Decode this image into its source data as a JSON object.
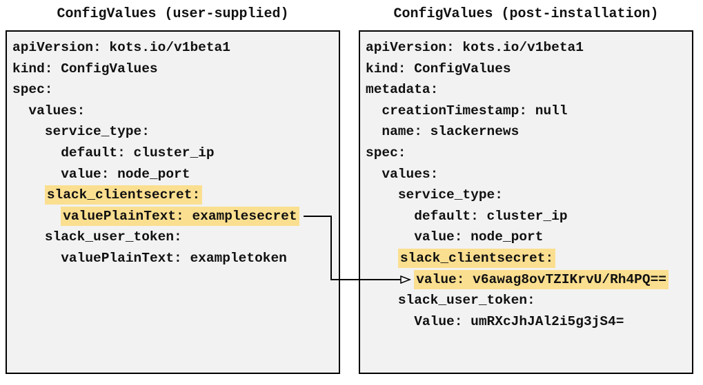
{
  "colors": {
    "highlight": "#FBDF90",
    "box_background": "#F2F2F2",
    "box_border": "#000000",
    "text": "#111111",
    "arrow": "#000000",
    "page_background": "#FFFFFF"
  },
  "left_panel": {
    "title": "ConfigValues (user-supplied)",
    "lines": [
      {
        "indent": "",
        "text": "apiVersion: kots.io/v1beta1",
        "highlight": false
      },
      {
        "indent": "",
        "text": "kind: ConfigValues",
        "highlight": false
      },
      {
        "indent": "",
        "text": "spec:",
        "highlight": false
      },
      {
        "indent": "  ",
        "text": "values:",
        "highlight": false
      },
      {
        "indent": "    ",
        "text": "service_type:",
        "highlight": false
      },
      {
        "indent": "      ",
        "text": "default: cluster_ip",
        "highlight": false
      },
      {
        "indent": "      ",
        "text": "value: node_port",
        "highlight": false
      },
      {
        "indent": "    ",
        "text": "slack_clientsecret:",
        "highlight": true
      },
      {
        "indent": "      ",
        "text": "valuePlainText: examplesecret",
        "highlight": true
      },
      {
        "indent": "    ",
        "text": "slack_user_token:",
        "highlight": false
      },
      {
        "indent": "      ",
        "text": "valuePlainText: exampletoken",
        "highlight": false
      }
    ]
  },
  "right_panel": {
    "title": "ConfigValues (post-installation)",
    "lines": [
      {
        "indent": "",
        "text": "apiVersion: kots.io/v1beta1",
        "highlight": false
      },
      {
        "indent": "",
        "text": "kind: ConfigValues",
        "highlight": false
      },
      {
        "indent": "",
        "text": "metadata:",
        "highlight": false
      },
      {
        "indent": "  ",
        "text": "creationTimestamp: null",
        "highlight": false
      },
      {
        "indent": "  ",
        "text": "name: slackernews",
        "highlight": false
      },
      {
        "indent": "",
        "text": "spec:",
        "highlight": false
      },
      {
        "indent": "  ",
        "text": "values:",
        "highlight": false
      },
      {
        "indent": "    ",
        "text": "service_type:",
        "highlight": false
      },
      {
        "indent": "      ",
        "text": "default: cluster_ip",
        "highlight": false
      },
      {
        "indent": "      ",
        "text": "value: node_port",
        "highlight": false
      },
      {
        "indent": "    ",
        "text": "slack_clientsecret:",
        "highlight": true
      },
      {
        "indent": "      ",
        "text": "value: v6awag8ovTZIKrvU/Rh4PQ==",
        "highlight": true
      },
      {
        "indent": "    ",
        "text": "slack_user_token:",
        "highlight": false
      },
      {
        "indent": "      ",
        "text": "Value: umRXcJhJAl2i5g3jS4=",
        "highlight": false
      }
    ]
  }
}
